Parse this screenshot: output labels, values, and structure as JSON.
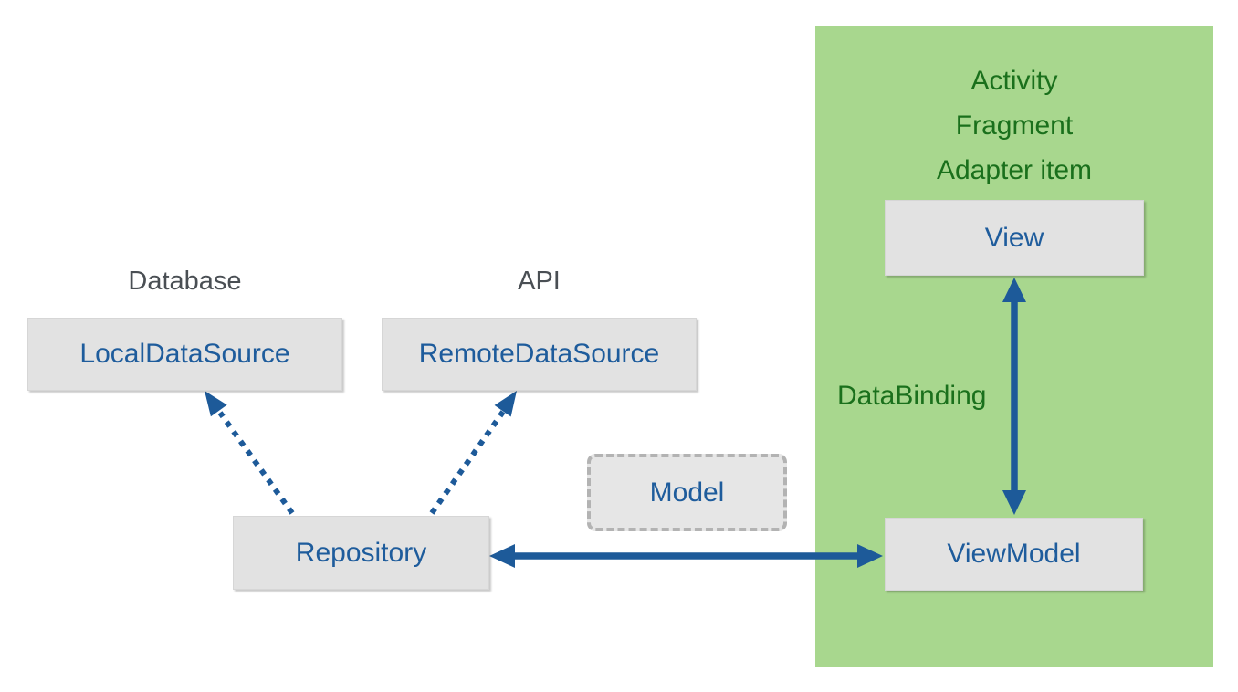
{
  "colors": {
    "background": "#ffffff",
    "panel_green": "#a8d78e",
    "green_text": "#1a701c",
    "blue_text": "#1e5c9c",
    "arrow_blue": "#1d5a99",
    "box_fill": "#e2e2e2",
    "box_border": "#d6d6d6",
    "muted_label": "#4a4f54",
    "model_border": "#b3b3b3"
  },
  "diagram": {
    "panel": {
      "lines": [
        "Activity",
        "Fragment",
        "Adapter item"
      ]
    },
    "labels": {
      "database": "Database",
      "api": "API",
      "databinding": "DataBinding"
    },
    "nodes": {
      "local": "LocalDataSource",
      "remote": "RemoteDataSource",
      "repository": "Repository",
      "model": "Model",
      "view": "View",
      "viewmodel": "ViewModel"
    }
  }
}
